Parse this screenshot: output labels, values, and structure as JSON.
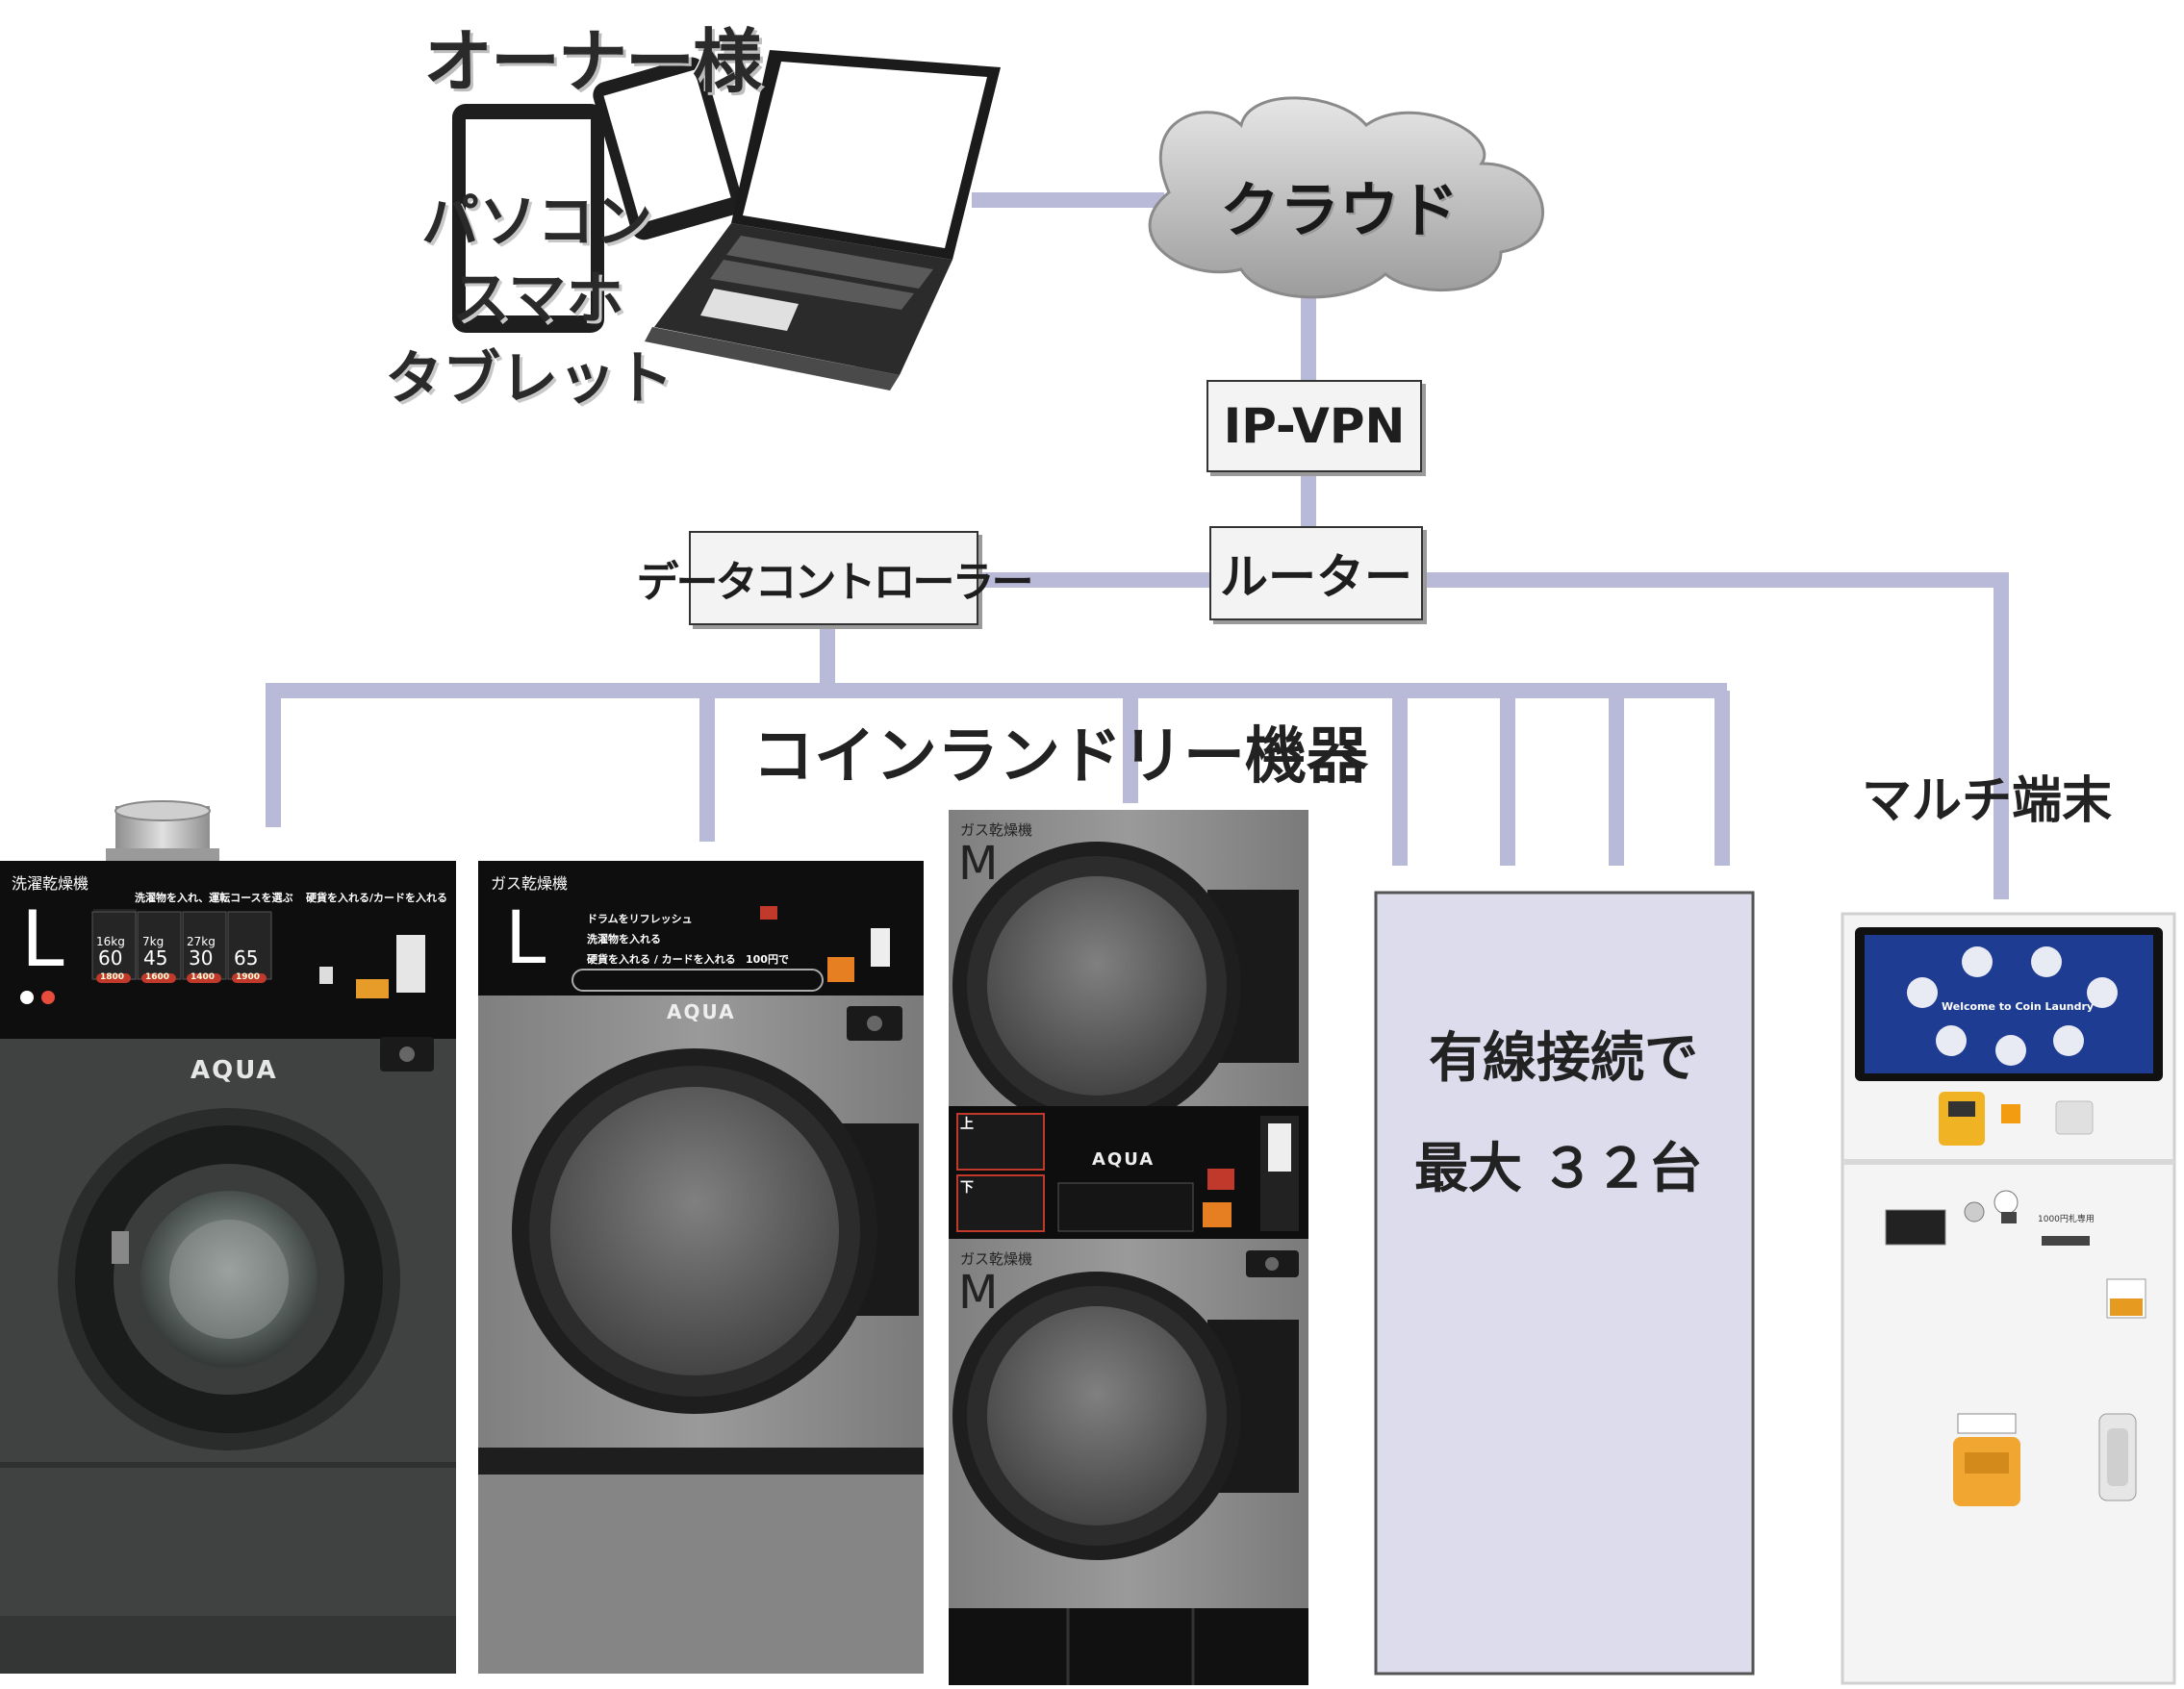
{
  "owner": {
    "title": "オーナー様",
    "devices": [
      "パソコン",
      "スマホ",
      "タブレット"
    ]
  },
  "cloud": {
    "label": "クラウド"
  },
  "network": {
    "ipvpn": "IP-VPN",
    "router": "ルーター",
    "controller": "データコントローラー"
  },
  "equipment": {
    "group_label": "コインランドリー機器",
    "multi_terminal_label": "マルチ端末",
    "wired_note_line1": "有線接続で",
    "wired_note_line2": "最大 ３２台"
  },
  "washer_l": {
    "name": "洗濯乾燥機",
    "size": "L",
    "step2": "洗濯物を入れ、運転コースを選ぶ",
    "step3": "硬貨を入れる/カードを入れる",
    "caps": [
      "16kg",
      "7kg",
      "27kg"
    ],
    "times": [
      "60",
      "45",
      "30",
      "65"
    ],
    "prices": [
      "1800",
      "1600",
      "1400",
      "1900"
    ],
    "brand": "AQUA"
  },
  "dryer_l": {
    "name": "ガス乾燥機",
    "size": "L",
    "steps": [
      "ドラムをリフレッシュ",
      "洗濯物を入れる",
      "硬貨を入れる / カードを入れる"
    ],
    "price": "100円で",
    "brand": "AQUA"
  },
  "dryer_m": {
    "name_top": "ガス乾燥機",
    "name_bottom": "ガス乾燥機",
    "size": "M",
    "upper": "上",
    "lower": "下",
    "brand": "AQUA"
  },
  "kiosk": {
    "welcome": "Welcome to Coin Laundry",
    "bill_label": "1000円札専用"
  },
  "colors": {
    "line": "#b9b9d8",
    "machine_dark": "#3f4240",
    "machine_silver": "#8a8a8a",
    "placeholder_fill": "#dcdcec",
    "screen_blue": "#1f3c93"
  }
}
